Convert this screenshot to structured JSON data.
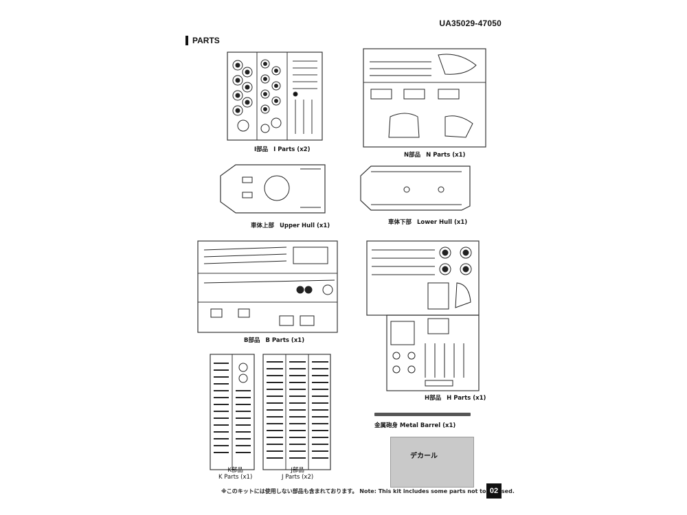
{
  "header": {
    "doc_code": "UA35029-47050",
    "section_title": "PARTS"
  },
  "captions": {
    "i_parts_jp": "I部品",
    "i_parts_en": "I Parts (x2)",
    "n_parts_jp": "N部品",
    "n_parts_en": "N Parts (x1)",
    "upper_hull_jp": "車体上部",
    "upper_hull_en": "Upper Hull (x1)",
    "lower_hull_jp": "車体下部",
    "lower_hull_en": "Lower Hull (x1)",
    "b_parts_jp": "B部品",
    "b_parts_en": "B Parts (x1)",
    "h_parts_jp": "H部品",
    "h_parts_en": "H Parts (x1)",
    "metal_barrel_jp": "金属砲身",
    "metal_barrel_en": "Metal Barrel (x1)",
    "k_parts_jp": "K部品",
    "k_parts_en": "K Parts (x1)",
    "j_parts_jp": "J部品",
    "j_parts_en": "J Parts (x2)"
  },
  "decal": {
    "label": "デカール"
  },
  "footer": {
    "note": "※このキットには使用しない部品も含まれております。 Note: This kit includes some parts not to be used.",
    "page_number": "02"
  }
}
